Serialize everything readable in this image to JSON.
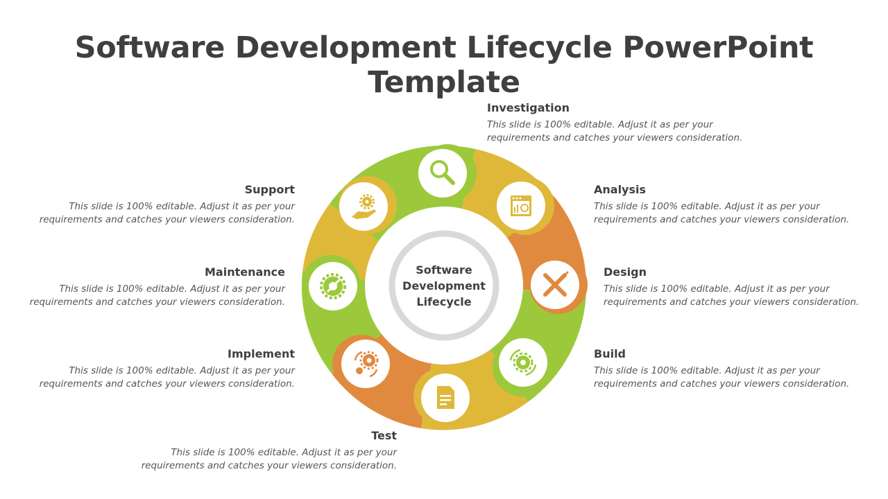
{
  "title": "Software Development Lifecycle PowerPoint Template",
  "center": {
    "line1": "Software",
    "line2": "Development",
    "line3": "Lifecycle"
  },
  "colors": {
    "green": "#9cc93b",
    "yellow": "#dfb83a",
    "orange": "#e08a3f",
    "ring_gray": "#d9d9d9",
    "text": "#3f3f3f"
  },
  "description": "This slide is 100% editable. Adjust it as per your requirements and catches your viewers consideration.",
  "stages": [
    {
      "name": "Investigation",
      "icon": "magnifier-icon",
      "color": "green"
    },
    {
      "name": "Analysis",
      "icon": "browser-chart-icon",
      "color": "yellow"
    },
    {
      "name": "Design",
      "icon": "pencil-ruler-icon",
      "color": "orange"
    },
    {
      "name": "Build",
      "icon": "gear-cycle-icon",
      "color": "green"
    },
    {
      "name": "Test",
      "icon": "document-icon",
      "color": "yellow"
    },
    {
      "name": "Implement",
      "icon": "gears-arrows-icon",
      "color": "orange"
    },
    {
      "name": "Maintenance",
      "icon": "gear-wrench-icon",
      "color": "green"
    },
    {
      "name": "Support",
      "icon": "hand-gear-icon",
      "color": "yellow"
    }
  ]
}
